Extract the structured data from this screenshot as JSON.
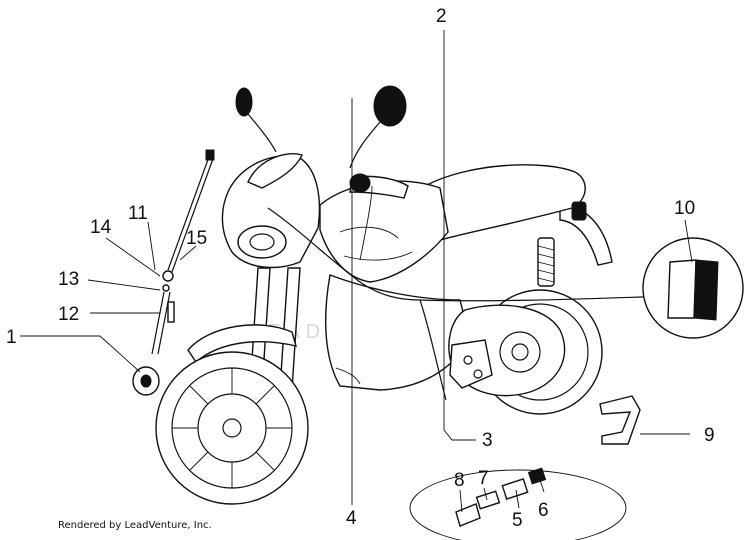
{
  "diagram": {
    "callouts": {
      "c1": "1",
      "c2": "2",
      "c3": "3",
      "c4": "4",
      "c5": "5",
      "c6": "6",
      "c7": "7",
      "c8": "8",
      "c9": "9",
      "c10": "10",
      "c11": "11",
      "c12": "12",
      "c13": "13",
      "c14": "14",
      "c15": "15"
    },
    "footer": "Rendered by LeadVenture, Inc.",
    "watermark": "LEADVENTURE"
  }
}
